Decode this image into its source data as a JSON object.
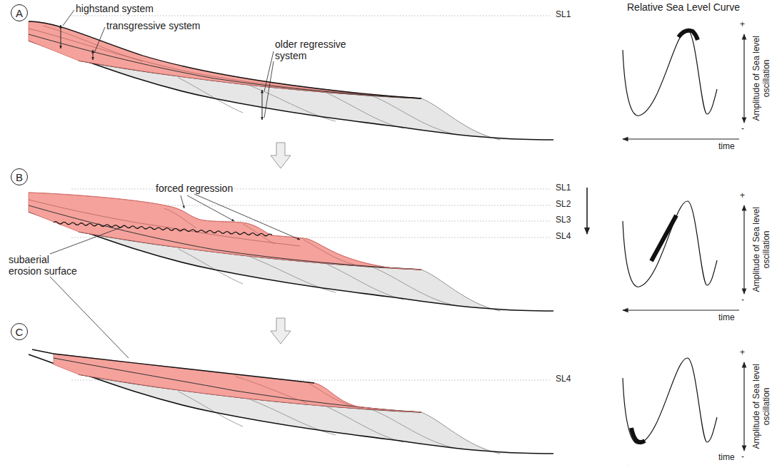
{
  "diagram": {
    "nodes": [
      {
        "text": [
          "A"
        ]
      },
      {
        "text": [
          "B"
        ]
      },
      {
        "text": [
          "C"
        ]
      }
    ],
    "labels": [
      "highstand system",
      "SL1",
      "Relative Sea Level Curve",
      "transgressive system",
      "older regressive system",
      "+",
      "Amplitude of Sea level oscillation",
      "-",
      "time",
      "forced regression",
      "SL1",
      "SL2",
      "SL3",
      "SL4",
      "+",
      "Amplitude of Sea level oscillation",
      "subaerial erosion surface",
      "-",
      "time",
      "SL4",
      "+",
      "Amplitude of Sea level oscillation",
      "-",
      "time"
    ]
  }
}
